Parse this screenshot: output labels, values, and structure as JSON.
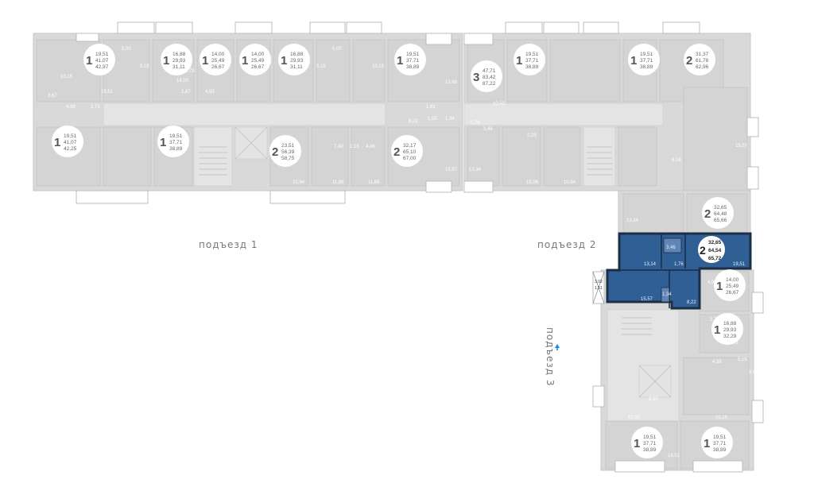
{
  "entrances": {
    "e1": "подъезд 1",
    "e2": "подъезд 2",
    "e3": "подъезд 3"
  },
  "colors": {
    "highlight": "#2f5f95",
    "room": "#d4d4d4",
    "entrance_arrow": "#1e88d8"
  },
  "icons": {
    "entrance_marker": "arrow-up-icon"
  },
  "selected_apartment": {
    "rooms": "2",
    "living_area": "32,65",
    "total_area": "64,54",
    "area_with_balcony": "65,72",
    "room_a": "13,14",
    "room_b": "19,51",
    "kitchen": "15,57",
    "bath": "3,46",
    "wc": "1,34",
    "hall": "8,22",
    "corridor": "1,76",
    "balcony_a": "3,02",
    "balcony_b": "1,51"
  },
  "apartments": [
    {
      "id": "a1",
      "rooms": "1",
      "v1": "19,51",
      "v2": "41,07",
      "v3": "42,97"
    },
    {
      "id": "a2",
      "rooms": "1",
      "v1": "16,88",
      "v2": "29,93",
      "v3": "31,11"
    },
    {
      "id": "a3",
      "rooms": "1",
      "v1": "14,00",
      "v2": "25,49",
      "v3": "26,67"
    },
    {
      "id": "a4",
      "rooms": "1",
      "v1": "14,00",
      "v2": "25,49",
      "v3": "26,67"
    },
    {
      "id": "a5",
      "rooms": "1",
      "v1": "16,88",
      "v2": "29,93",
      "v3": "31,11"
    },
    {
      "id": "a6",
      "rooms": "1",
      "v1": "19,51",
      "v2": "37,71",
      "v3": "38,89"
    },
    {
      "id": "a7",
      "rooms": "3",
      "v1": "47,71",
      "v2": "83,42",
      "v3": "87,22"
    },
    {
      "id": "a8",
      "rooms": "1",
      "v1": "19,51",
      "v2": "37,71",
      "v3": "38,89"
    },
    {
      "id": "a9",
      "rooms": "1",
      "v1": "19,51",
      "v2": "37,71",
      "v3": "38,89"
    },
    {
      "id": "a10",
      "rooms": "2",
      "v1": "31,37",
      "v2": "61,78",
      "v3": "62,96"
    },
    {
      "id": "a11",
      "rooms": "1",
      "v1": "19,51",
      "v2": "41,07",
      "v3": "42,25"
    },
    {
      "id": "a12",
      "rooms": "1",
      "v1": "19,51",
      "v2": "37,71",
      "v3": "38,89"
    },
    {
      "id": "a13",
      "rooms": "2",
      "v1": "23,51",
      "v2": "56,39",
      "v3": "58,75"
    },
    {
      "id": "a14",
      "rooms": "2",
      "v1": "32,17",
      "v2": "65,10",
      "v3": "67,00"
    },
    {
      "id": "a15",
      "rooms": "2",
      "v1": "32,65",
      "v2": "64,48",
      "v3": "65,66"
    },
    {
      "id": "a16",
      "rooms": "1",
      "v1": "14,00",
      "v2": "25,49",
      "v3": "26,67"
    },
    {
      "id": "a17",
      "rooms": "1",
      "v1": "16,88",
      "v2": "29,93",
      "v3": "32,29"
    },
    {
      "id": "a18",
      "rooms": "1",
      "v1": "19,51",
      "v2": "37,71",
      "v3": "38,89"
    },
    {
      "id": "a19",
      "rooms": "1",
      "v1": "19,51",
      "v2": "37,71",
      "v3": "38,89"
    }
  ],
  "room_labels": {
    "r1": "5,00",
    "r2": "5,15",
    "r3": "10,15",
    "r4": "3,67",
    "r5": "19,51",
    "r6": "4,38",
    "r7": "2,73",
    "r8": "11,73",
    "r9": "14,00",
    "r10": "4,93",
    "r11": "2,67",
    "r12": "5,15",
    "r13": "5,00",
    "r14": "10,15",
    "r15": "12,66",
    "r16": "1,91",
    "r17": "10,53",
    "r18": "8,22",
    "r19": "1,55",
    "r20": "1,34",
    "r21": "3,46",
    "r22": "1,76",
    "r23": "2,20",
    "r24": "13,34",
    "r25": "15,06",
    "r26": "10,94",
    "r27": "15,57",
    "r28": "10,94",
    "r29": "11,86",
    "r30": "11,65",
    "r31": "7,40",
    "r32": "1,15",
    "r33": "4,46",
    "r34": "13,34",
    "r35": "15,57",
    "r36": "8,16",
    "r37": "4,93",
    "r38": "2,74",
    "r39": "11,73",
    "r40": "4,38",
    "r41": "5,15",
    "r42": "5,00",
    "r43": "10,15",
    "r44": "3,67",
    "r45": "19,51",
    "r46": "10,15"
  }
}
